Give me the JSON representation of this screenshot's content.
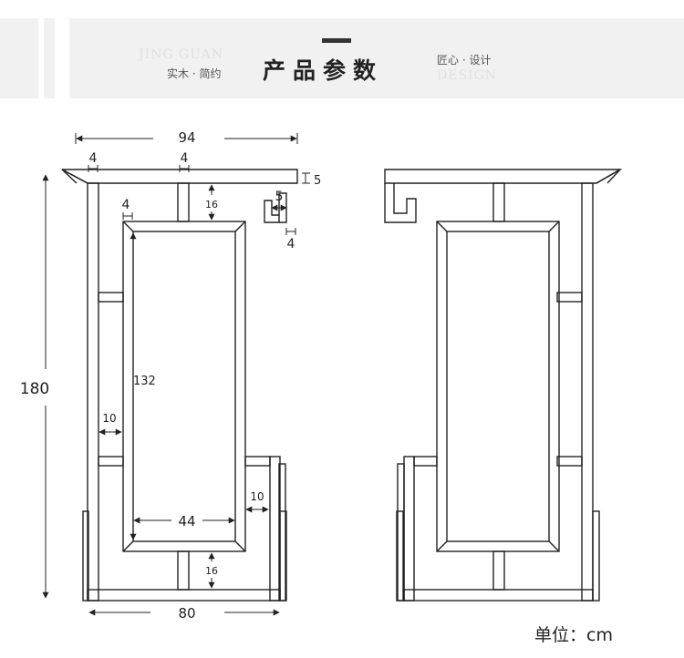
{
  "header": {
    "title": "产品参数",
    "left_en": "JING GUAN",
    "left_cn": "实木 · 简约",
    "right_cn": "匠心 · 设计",
    "right_en": "DESIGN"
  },
  "dimensions": {
    "overall_width": "94",
    "top_inset_left": "4",
    "top_inset_mid": "4",
    "top_thickness": "5",
    "side_detail_width": "5",
    "side_detail_gap": "4",
    "mirror_frame": "4",
    "top_rail": "16",
    "mirror_height": "132",
    "left_gap": "10",
    "right_gap": "10",
    "mirror_width": "44",
    "bottom_rail": "16",
    "base_width": "80",
    "overall_height": "180"
  },
  "unit_label": "单位：cm",
  "colors": {
    "line": "#222222",
    "banner_bg": "#f1f1f1"
  }
}
